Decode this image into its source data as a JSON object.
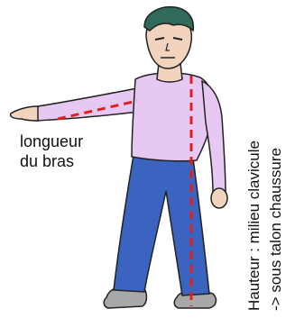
{
  "labels": {
    "arm_length_line1": "longueur",
    "arm_length_line2": "du bras",
    "height_line1": "Hauteur : milieu clavicule",
    "height_line2": "-> sous talon chaussure"
  },
  "colors": {
    "measure_line": "#e02020",
    "shirt": "#e6c8f2",
    "pants": "#3a64c0",
    "skin": "#f2d3bd",
    "hair": "#2f6a5c",
    "shoes": "#a8a8a8",
    "outline": "#222222"
  }
}
